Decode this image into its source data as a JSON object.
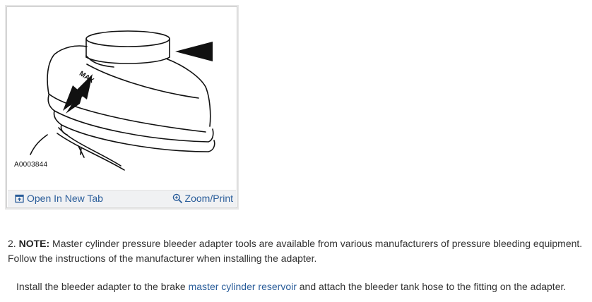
{
  "figure": {
    "image_id": "A0003844",
    "max_marking": "MAX",
    "toolbar": {
      "open_label": "Open In New Tab",
      "zoom_label": "Zoom/Print",
      "open_icon": "external-tab-icon",
      "zoom_icon": "magnifier-icon"
    },
    "accent_color": "#2a5d9a"
  },
  "step": {
    "number": "2.",
    "note_label": "NOTE:",
    "note_text": " Master cylinder pressure bleeder adapter tools are available from various manufacturers of pressure bleeding equipment. Follow the instructions of the manufacturer when installing the adapter.",
    "instruction_before": "Install the bleeder adapter to the brake ",
    "instruction_link": "master cylinder reservoir",
    "instruction_after": " and attach the bleeder tank hose to the fitting on the adapter."
  }
}
